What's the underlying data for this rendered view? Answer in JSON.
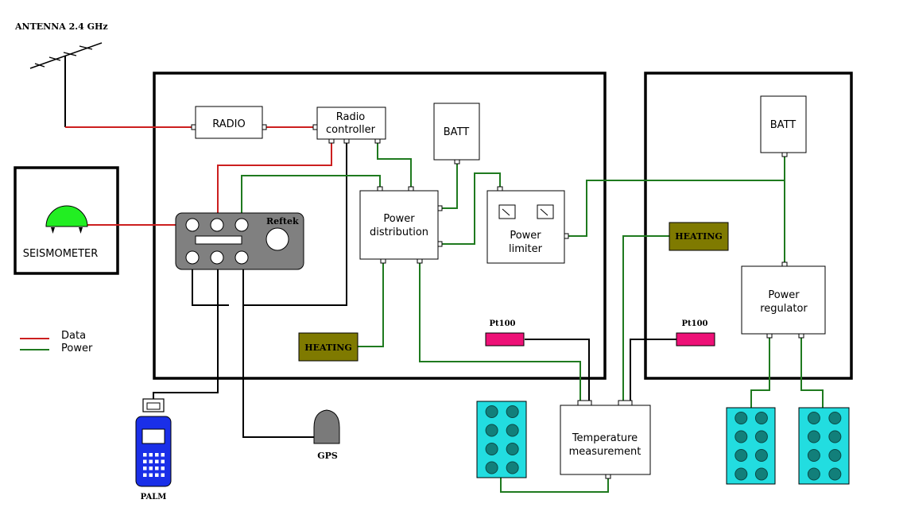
{
  "labels": {
    "antenna": "ANTENNA 2.4 GHz",
    "radio": "RADIO",
    "radio_controller_line1": "Radio",
    "radio_controller_line2": "controller",
    "batt_left": "BATT",
    "batt_right": "BATT",
    "seismometer": "SEISMOMETER",
    "reftek": "Reftek",
    "power_distribution_line1": "Power",
    "power_distribution_line2": "distribution",
    "power_limiter_line1": "Power",
    "power_limiter_line2": "limiter",
    "heating_center": "HEATING",
    "heating_bottom": "HEATING",
    "pt100_left": "Pt100",
    "pt100_right": "Pt100",
    "power_regulator_line1": "Power",
    "power_regulator_line2": "regulator",
    "temperature_line1": "Temperature",
    "temperature_line2": "measurement",
    "palm": "PALM",
    "gps": "GPS"
  },
  "legend": [
    {
      "label": "Data",
      "color": "#cc1f1f"
    },
    {
      "label": "Power",
      "color": "#1f7a1f"
    }
  ],
  "colors": {
    "data": "#cc1f1f",
    "power": "#1f7a1f",
    "heating_fill": "#7f7a00",
    "pt100_fill": "#ee1177",
    "solar_fill": "#22dde0",
    "solar_cell": "#127f7a",
    "palm_fill": "#1a2fe8",
    "seismometer_dome": "#22ee22",
    "reftek_fill": "#808080",
    "gps_fill": "#7a7a7a"
  },
  "icons": {
    "antenna": "antenna-icon",
    "seismometer": "seismometer-dome-icon",
    "palm": "palm-device-icon",
    "gps": "gps-dome-icon",
    "solar": "solar-panel-icon",
    "gauge": "gauge-icon"
  }
}
